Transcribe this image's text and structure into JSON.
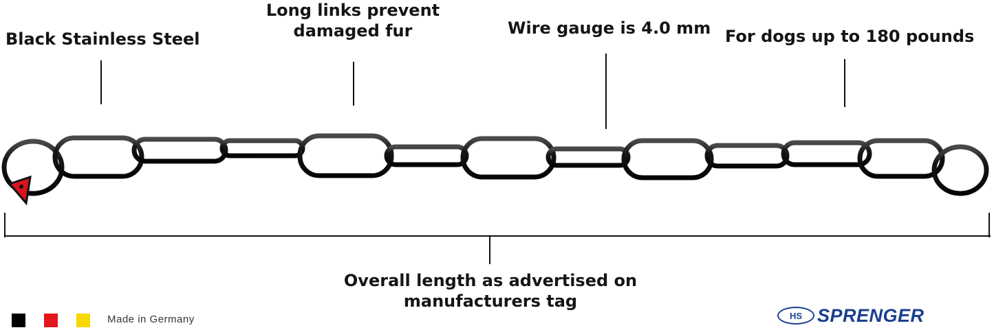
{
  "callouts": {
    "material": "Black Stainless Steel",
    "links_line1": "Long links prevent",
    "links_line2": "damaged fur",
    "wire_gauge": "Wire gauge is 4.0 mm",
    "dog_size": "For dogs up to 180 pounds",
    "length_line1": "Overall length as advertised on",
    "length_line2": "manufacturers tag"
  },
  "footer": {
    "origin": "Made in Germany",
    "flag_colors": [
      "#000000",
      "#e3161b",
      "#f7d800"
    ]
  },
  "brand": {
    "badge": "HS",
    "name": "SPRENGER",
    "color": "#1b3f8f"
  },
  "product": {
    "image": "black stainless steel long link chain collar",
    "tag_color": "#d8141c"
  }
}
